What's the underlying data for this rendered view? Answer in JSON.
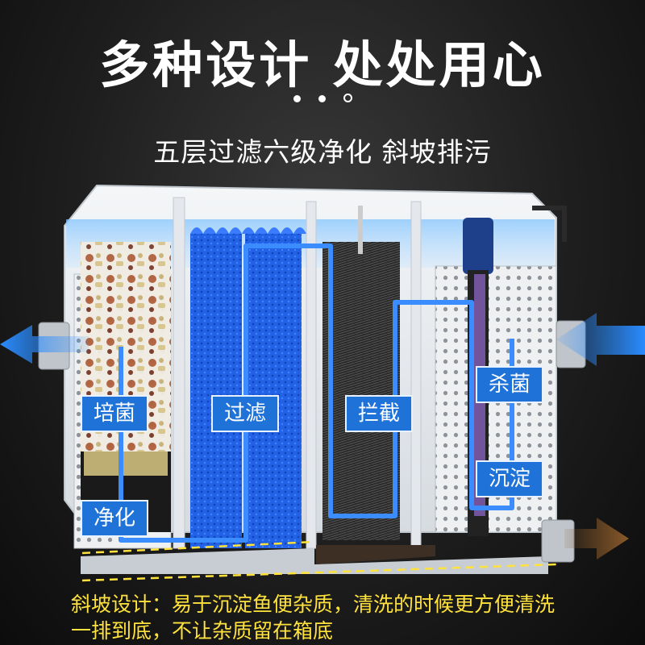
{
  "header": {
    "title": "多种设计 处处用心",
    "subtitle": "五层过滤六级净化 斜坡排污"
  },
  "labels": {
    "culture": "培菌",
    "filter": "过滤",
    "intercept": "拦截",
    "sterilize": "杀菌",
    "settle": "沉淀",
    "purify": "净化"
  },
  "footer": {
    "line1": "斜坡设计：易于沉淀鱼便杂质，清洗的时候更方便清洗",
    "line2": "一排到底，不让杂质留在箱底"
  },
  "colors": {
    "label_bg": "#1e72d8",
    "flow_line": "#3b8cff",
    "footer_text": "#ffe23b",
    "sponge": "#1f5fe0",
    "water": "#9fd2ff"
  }
}
